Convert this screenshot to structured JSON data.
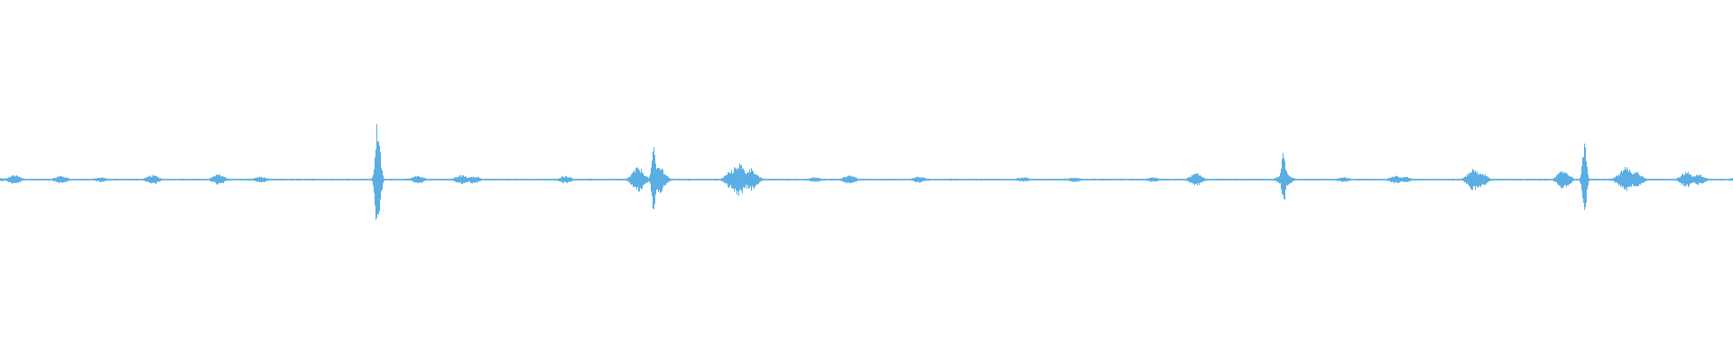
{
  "colors": {
    "background": "#ffffff",
    "waveform": "#5aaee3"
  },
  "chart_data": {
    "type": "area",
    "title": "",
    "xlabel": "",
    "ylabel": "",
    "description_of_axes": "",
    "xlim": [
      0,
      1
    ],
    "ylim": [
      -1,
      1
    ],
    "grid": false,
    "series": [
      {
        "x": [
          0.0,
          0.008,
          0.035,
          0.058,
          0.088,
          0.126,
          0.15,
          0.2175,
          0.2185,
          0.241,
          0.266,
          0.273,
          0.326,
          0.368,
          0.377,
          0.38,
          0.422,
          0.426,
          0.433,
          0.47,
          0.49,
          0.53,
          0.59,
          0.62,
          0.665,
          0.69,
          0.741,
          0.7405,
          0.775,
          0.805,
          0.81,
          0.85,
          0.854,
          0.902,
          0.914,
          0.936,
          0.938,
          0.944,
          0.973,
          0.98,
          1.0
        ],
        "values": [
          0.02,
          0.06,
          0.05,
          0.03,
          0.06,
          0.07,
          0.04,
          0.76,
          0.44,
          0.05,
          0.06,
          0.05,
          0.05,
          0.16,
          0.4,
          0.18,
          0.12,
          0.22,
          0.15,
          0.03,
          0.06,
          0.04,
          0.03,
          0.03,
          0.03,
          0.08,
          0.1,
          0.36,
          0.03,
          0.05,
          0.04,
          0.14,
          0.1,
          0.12,
          0.46,
          0.1,
          0.16,
          0.1,
          0.1,
          0.07,
          0.02
        ]
      }
    ]
  }
}
